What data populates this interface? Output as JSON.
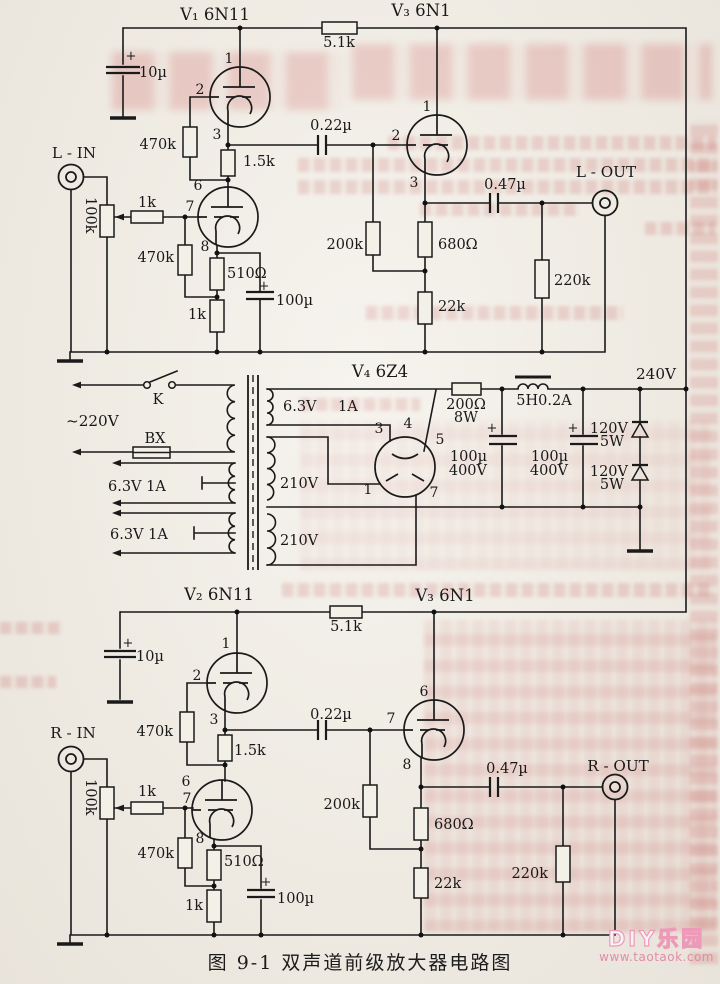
{
  "plus": "+",
  "caption": "图 9-1  双声道前级放大器电路图",
  "watermark": {
    "brand": "DIY乐园",
    "url": "www.taotaok.com"
  },
  "left": {
    "tube1": "V₁ 6N11",
    "tube3": "V₃ 6N1",
    "input": "L - IN",
    "output": "L - OUT",
    "r_plate": "5.1k",
    "c_decouple": "10µ",
    "r_grid1": "470k",
    "r_interstage": "1.5k",
    "c_couple": "0.22µ",
    "pot": "100k",
    "r_gridstop": "1k",
    "r_grid2": "470k",
    "r_cathode": "510Ω",
    "c_cathode": "100µ",
    "r_tail": "1k",
    "r_grid3": "200k",
    "r_load": "680Ω",
    "r_bias": "22k",
    "c_out": "0.47µ",
    "r_out": "220k",
    "pins": {
      "p1": "1",
      "p2": "2",
      "p3": "3",
      "p6": "6",
      "p7": "7",
      "p8": "8",
      "t1": "1",
      "t2": "2",
      "t3": "3"
    }
  },
  "power": {
    "tube4": "V₄ 6Z4",
    "switch": "K",
    "mains": "~220V",
    "fuse": "BX",
    "heater1": "6.3V 1A",
    "heater2": "6.3V 1A",
    "heater_r_v": "6.3V",
    "heater_r_a": "1A",
    "hv1": "210V",
    "hv2": "210V",
    "p1": "1",
    "p3": "3",
    "p4": "4",
    "p5": "5",
    "p7": "7",
    "r_filter": "200Ω",
    "r_filter_power": "8W",
    "choke": "5H0.2A",
    "cap1": "100µ",
    "cap1_v": "400V",
    "cap2": "100µ",
    "cap2_v": "400V",
    "zener1": "120V",
    "zener1_power": "5W",
    "zener2": "120V",
    "zener2_power": "5W",
    "rail": "240V"
  },
  "right": {
    "tube2": "V₂ 6N11",
    "tube3": "V₃ 6N1",
    "input": "R - IN",
    "output": "R - OUT",
    "r_plate": "5.1k",
    "c_decouple": "10µ",
    "r_grid1": "470k",
    "r_interstage": "1.5k",
    "c_couple": "0.22µ",
    "pot": "100k",
    "r_gridstop": "1k",
    "r_grid2": "470k",
    "r_cathode": "510Ω",
    "c_cathode": "100µ",
    "r_tail": "1k",
    "r_grid3": "200k",
    "r_load": "680Ω",
    "r_bias": "22k",
    "c_out": "0.47µ",
    "r_out": "220k",
    "pins": {
      "p1": "1",
      "p2": "2",
      "p3": "3",
      "p6": "6",
      "p7": "7",
      "p8": "8",
      "t6": "6",
      "t7": "7",
      "t8": "8"
    }
  }
}
